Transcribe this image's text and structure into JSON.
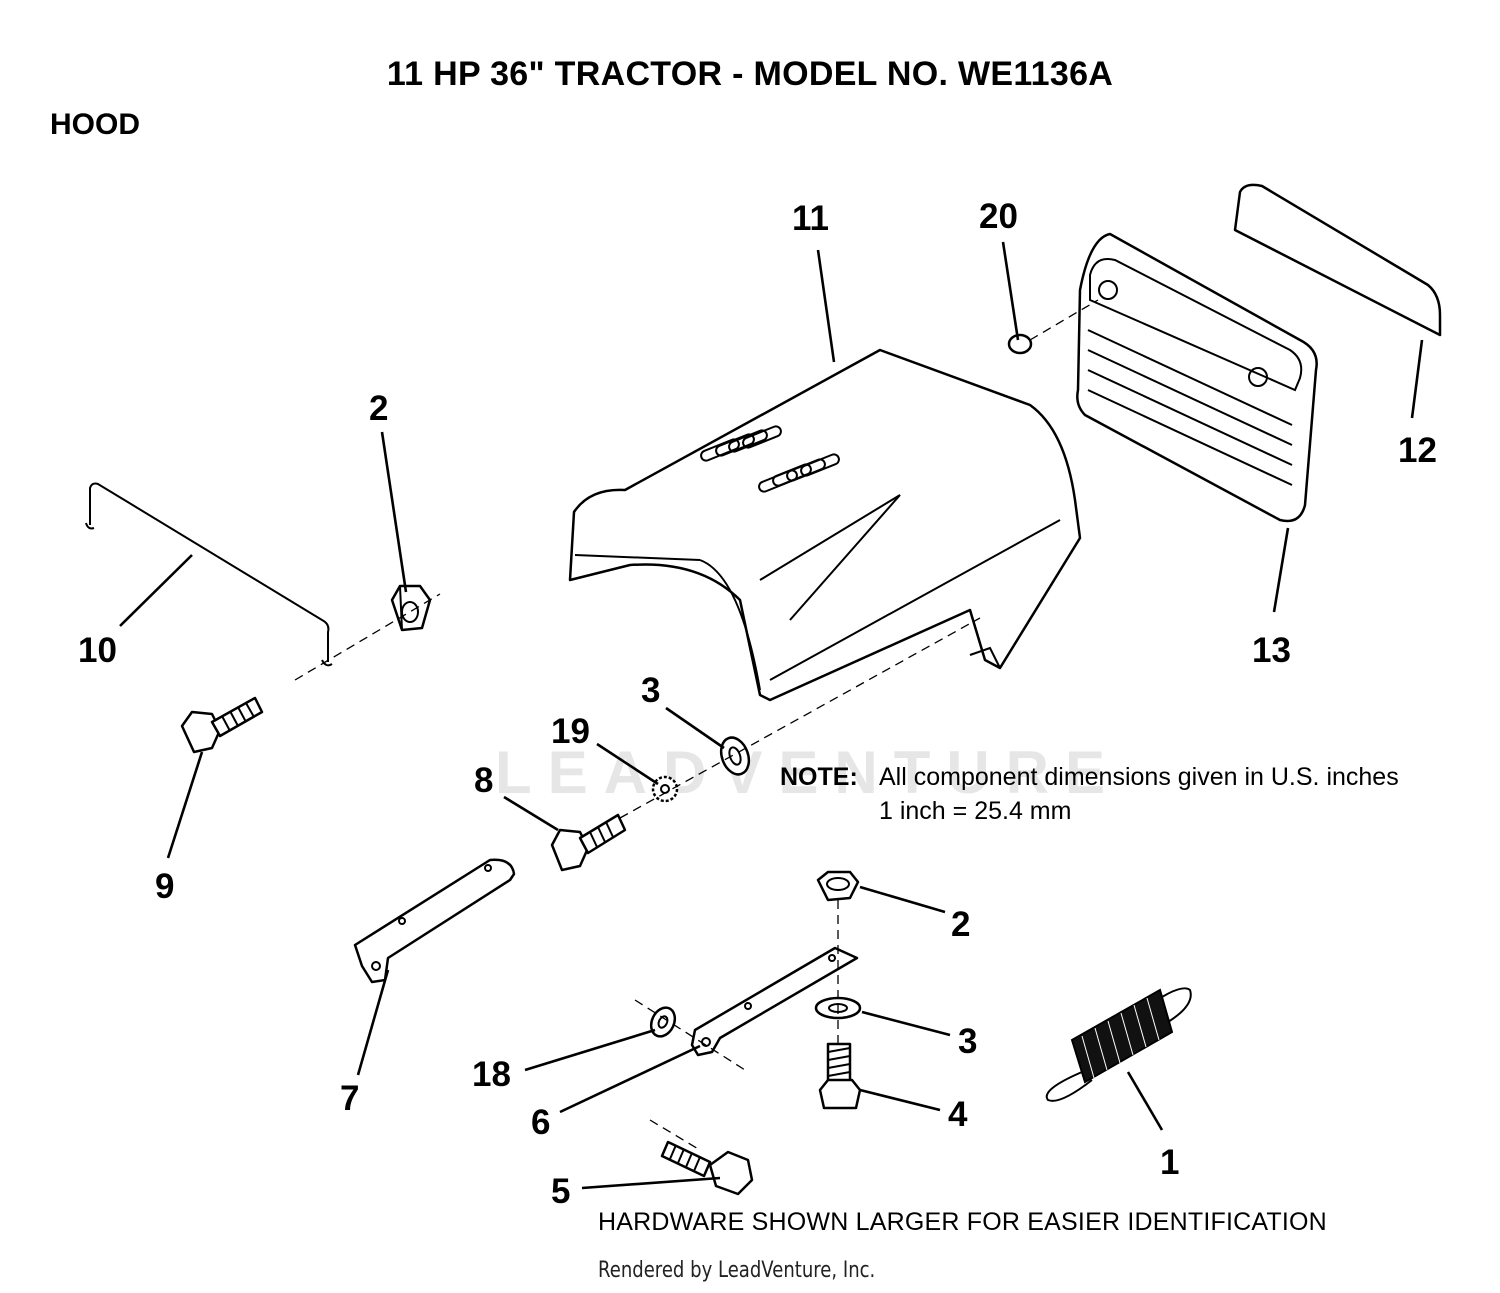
{
  "header": {
    "title": "11 HP 36\" TRACTOR - MODEL NO. WE1136A",
    "section": "HOOD"
  },
  "callouts": [
    "1",
    "2",
    "2",
    "3",
    "3",
    "4",
    "5",
    "6",
    "7",
    "8",
    "9",
    "10",
    "11",
    "12",
    "13",
    "18",
    "19",
    "20"
  ],
  "note": {
    "label": "NOTE:",
    "line1": "All component dimensions given in U.S. inches",
    "line2": "1 inch = 25.4 mm"
  },
  "footer": {
    "hardware": "HARDWARE SHOWN LARGER FOR EASIER IDENTIFICATION",
    "credit": "Rendered by LeadVenture, Inc."
  },
  "watermark": "LEADVENTURE",
  "colors": {
    "line": "#000000",
    "background": "#ffffff"
  }
}
